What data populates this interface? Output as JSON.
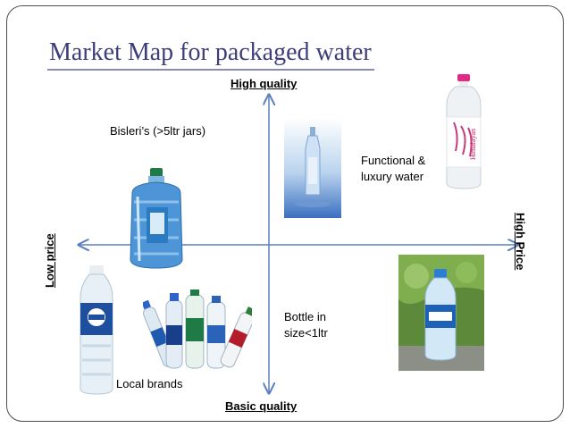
{
  "title": "Market Map for packaged water",
  "axes": {
    "top": "High quality",
    "bottom": "Basic quality",
    "left": "Low price",
    "right": "High Price"
  },
  "notes": {
    "bisleri": "Bisleri’s (>5ltr jars)",
    "functional": "Functional & luxury water",
    "bottle": "Bottle in size<1ltr",
    "local": "Local brands"
  },
  "images": {
    "jar": "water-jar-image",
    "luxury_bottle": "luxury-water-bottle-image",
    "himalayan": "himalayan-bottle-image",
    "local_bottle": "local-bottle-image",
    "brand_group": "brand-bottles-group-image",
    "bisleri_small": "bisleri-small-bottle-image"
  },
  "colors": {
    "title": "#3d3d7a",
    "axis_line": "#5b7fbf"
  }
}
